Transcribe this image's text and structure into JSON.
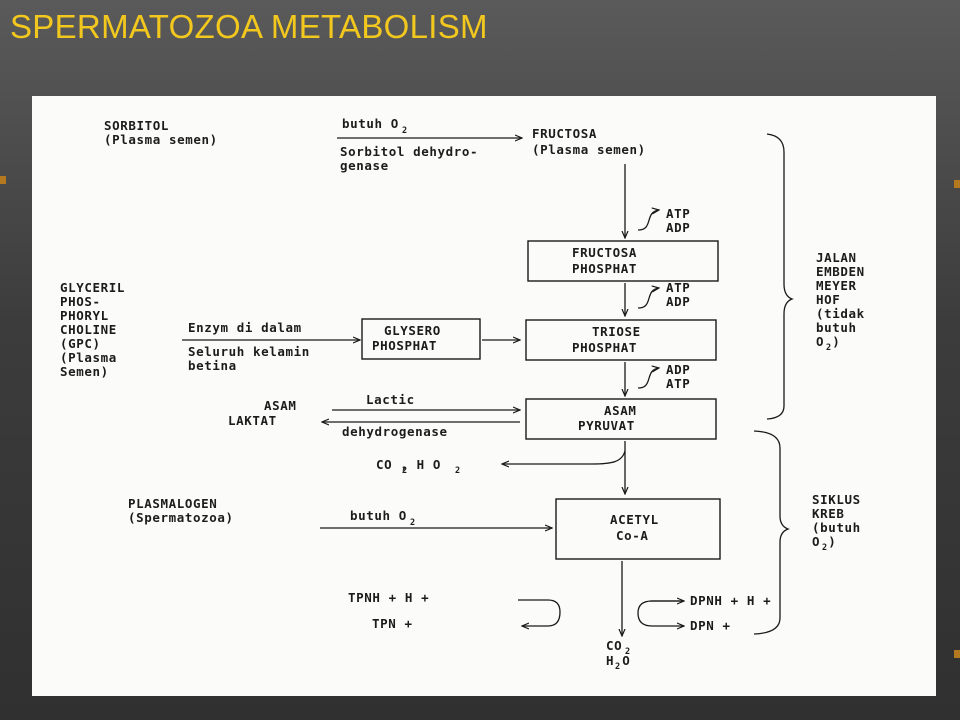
{
  "slide": {
    "title": "SPERMATOZOA METABOLISM"
  },
  "diagram": {
    "sorbitol": [
      "SORBITOL",
      "(Plasma semen)"
    ],
    "butuh_o2_1": "butuh O",
    "sorbitol_enzyme": [
      "Sorbitol dehydro-",
      "genase"
    ],
    "fructosa": [
      "FRUCTOSA",
      "(Plasma semen)"
    ],
    "atp_adp_1": [
      "ATP",
      "ADP"
    ],
    "fructosa_phosphat": [
      "FRUCTOSA",
      "PHOSPHAT"
    ],
    "atp_adp_2": [
      "ATP",
      "ADP"
    ],
    "gpc": [
      "GLYCERIL",
      "PHOS-",
      "PHORYL",
      "CHOLINE",
      "(GPC)",
      "(Plasma",
      "Semen)"
    ],
    "enzym": [
      "Enzym di dalam",
      "Seluruh kelamin",
      "betina"
    ],
    "glysero_phosphat": [
      "GLYSERO",
      "PHOSPHAT"
    ],
    "triose_phosphat": [
      "TRIOSE",
      "PHOSPHAT"
    ],
    "adp_atp_3": [
      "ADP",
      "ATP"
    ],
    "asam_laktat": [
      "ASAM",
      "LAKTAT"
    ],
    "lactic": "Lactic",
    "dehydrogenase": "dehydrogenase",
    "asam_pyruvat": [
      "ASAM",
      "PYRUVAT"
    ],
    "co2_h2o_1": "CO , H O",
    "jalan_embden": [
      "JALAN",
      "EMBDEN",
      "MEYER",
      "HOF",
      "(tidak",
      "butuh",
      "O )"
    ],
    "plasmalogen": [
      "PLASMALOGEN",
      "(Spermatozoa)"
    ],
    "butuh_o2_2": "butuh O",
    "acetyl": [
      "ACETYL",
      "Co-A"
    ],
    "siklus_kreb": [
      "SIKLUS",
      "KREB",
      "(butuh",
      "O )"
    ],
    "tpnh": "TPNH + H +",
    "tpn": "TPN +",
    "dpnh": "DPNH + H +",
    "dpn": "DPN +",
    "co2_h2o_2": [
      "CO",
      "H O"
    ],
    "subscript_2": "2"
  }
}
